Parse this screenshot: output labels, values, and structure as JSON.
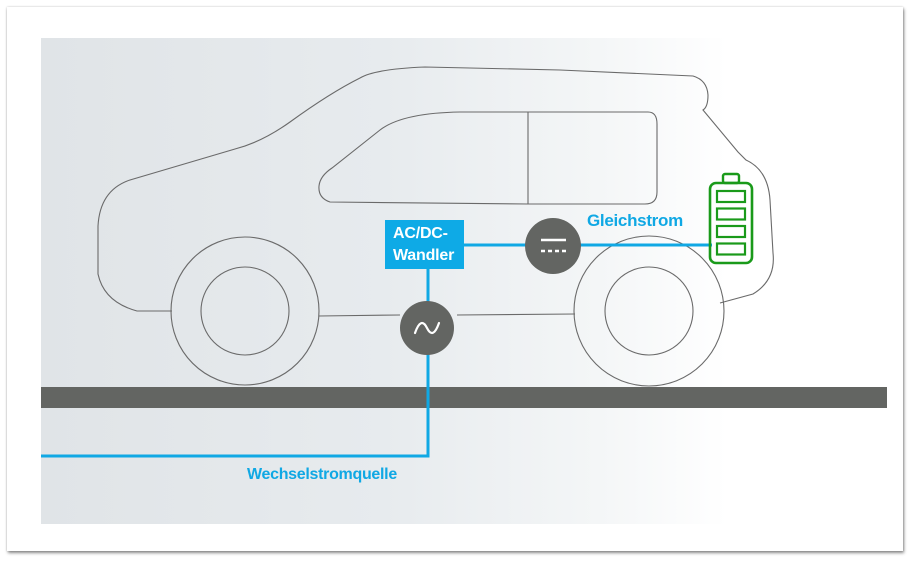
{
  "diagram": {
    "title": "",
    "colors": {
      "accent_blue": "#10a8e4",
      "battery_green": "#1a9a1a",
      "symbol_gray": "#636562",
      "ground_gray": "#636562",
      "outline_gray": "#6a6a6a"
    },
    "converter": {
      "line1": "AC/DC-",
      "line2": "Wandler"
    },
    "labels": {
      "dc": "Gleichstrom",
      "ac_source": "Wechselstromquelle"
    },
    "icons": {
      "ac_symbol": "sine-wave-icon",
      "dc_symbol": "dc-current-icon",
      "battery": "battery-icon"
    },
    "battery": {
      "segments": 4,
      "charge_fraction": 1.0
    }
  }
}
